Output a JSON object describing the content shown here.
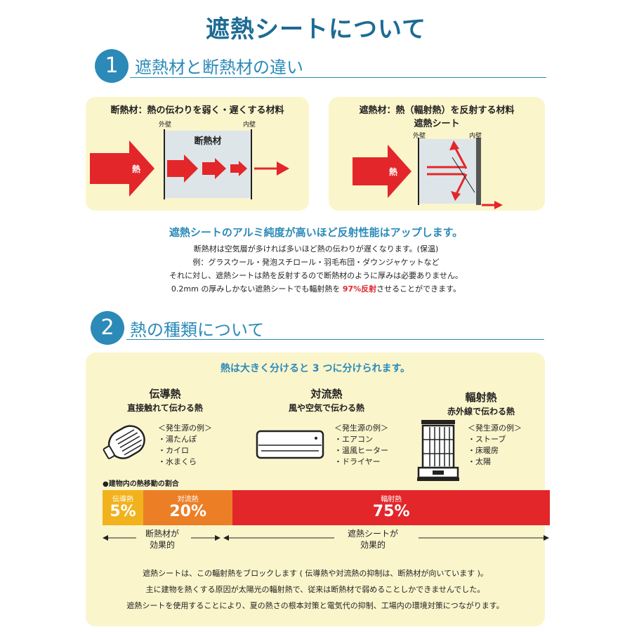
{
  "page_title": "遮熱シートについて",
  "section1": {
    "number": "1",
    "title": "遮熱材と断熱材の違い",
    "left_panel": {
      "caption": "断熱材：熱の伝わりを弱く・遅くする材料",
      "outer_wall": "外壁",
      "inner_wall": "内壁",
      "material": "断熱材",
      "heat_label": "熱"
    },
    "right_panel": {
      "caption": "遮熱材：熱（輻射熱）を反射する材料",
      "material": "遮熱シート",
      "outer_wall": "外壁",
      "inner_wall": "内壁",
      "heat_label": "熱"
    },
    "highlight": "遮熱シートのアルミ純度が高いほど反射性能はアップします。",
    "lines": [
      "断熱材は空気層が多ければ多いほど熱の伝わりが遅くなります。(保温)",
      "例：グラスウール・発泡スチロール・羽毛布団・ダウンジャケットなど",
      "それに対し、遮熱シートは熱を反射するので断熱材のように厚みは必要ありません。"
    ],
    "last_line_pre": "0.2mm の厚みしかない遮熱シートでも輻射熱を ",
    "last_line_red": "97%反射",
    "last_line_post": "させることができます。"
  },
  "section2": {
    "number": "2",
    "title": "熱の種類について",
    "headline": "熱は大きく分けると 3 つに分けられます。",
    "types": [
      {
        "name": "伝導熱",
        "desc": "直接触れて伝わる熱",
        "example_title": "＜発生源の例＞",
        "examples": [
          "・湯たんぽ",
          "・カイロ",
          "・水まくら"
        ],
        "icon": "hot-water-bottle-icon"
      },
      {
        "name": "対流熱",
        "desc": "風や空気で伝わる熱",
        "example_title": "＜発生源の例＞",
        "examples": [
          "・エアコン",
          "・温風ヒーター",
          "・ドライヤー"
        ],
        "icon": "air-conditioner-icon"
      },
      {
        "name": "輻射熱",
        "desc": "赤外線で伝わる熱",
        "example_title": "＜発生源の例＞",
        "examples": [
          "・ストーブ",
          "・床暖房",
          "・太陽"
        ],
        "icon": "stove-icon"
      }
    ],
    "ratio_title": "●建物内の熱移動の割合",
    "ratio": [
      {
        "label": "伝導熱",
        "value": "5%",
        "percent": 5,
        "color": "#f2b21d"
      },
      {
        "label": "対流熱",
        "value": "20%",
        "percent": 20,
        "color": "#ec7f26"
      },
      {
        "label": "輻射熱",
        "value": "75%",
        "percent": 75,
        "color": "#e3262a"
      }
    ],
    "effect_left": [
      "断熱材が",
      "効果的"
    ],
    "effect_right": [
      "遮熱シートが",
      "効果的"
    ],
    "bottom_lines": [
      "遮熱シートは、この輻射熱をブロックします ( 伝導熱や対流熱の抑制は、断熱材が向いています )。",
      "主に建物を熱くする原因が太陽光の輻射熱で、従来は断熱材で弱めることしかできませんでした。",
      "遮熱シートを使用することにより、夏の熱さの根本対策と電気代の抑制、工場内の環境対策につながります。"
    ]
  }
}
